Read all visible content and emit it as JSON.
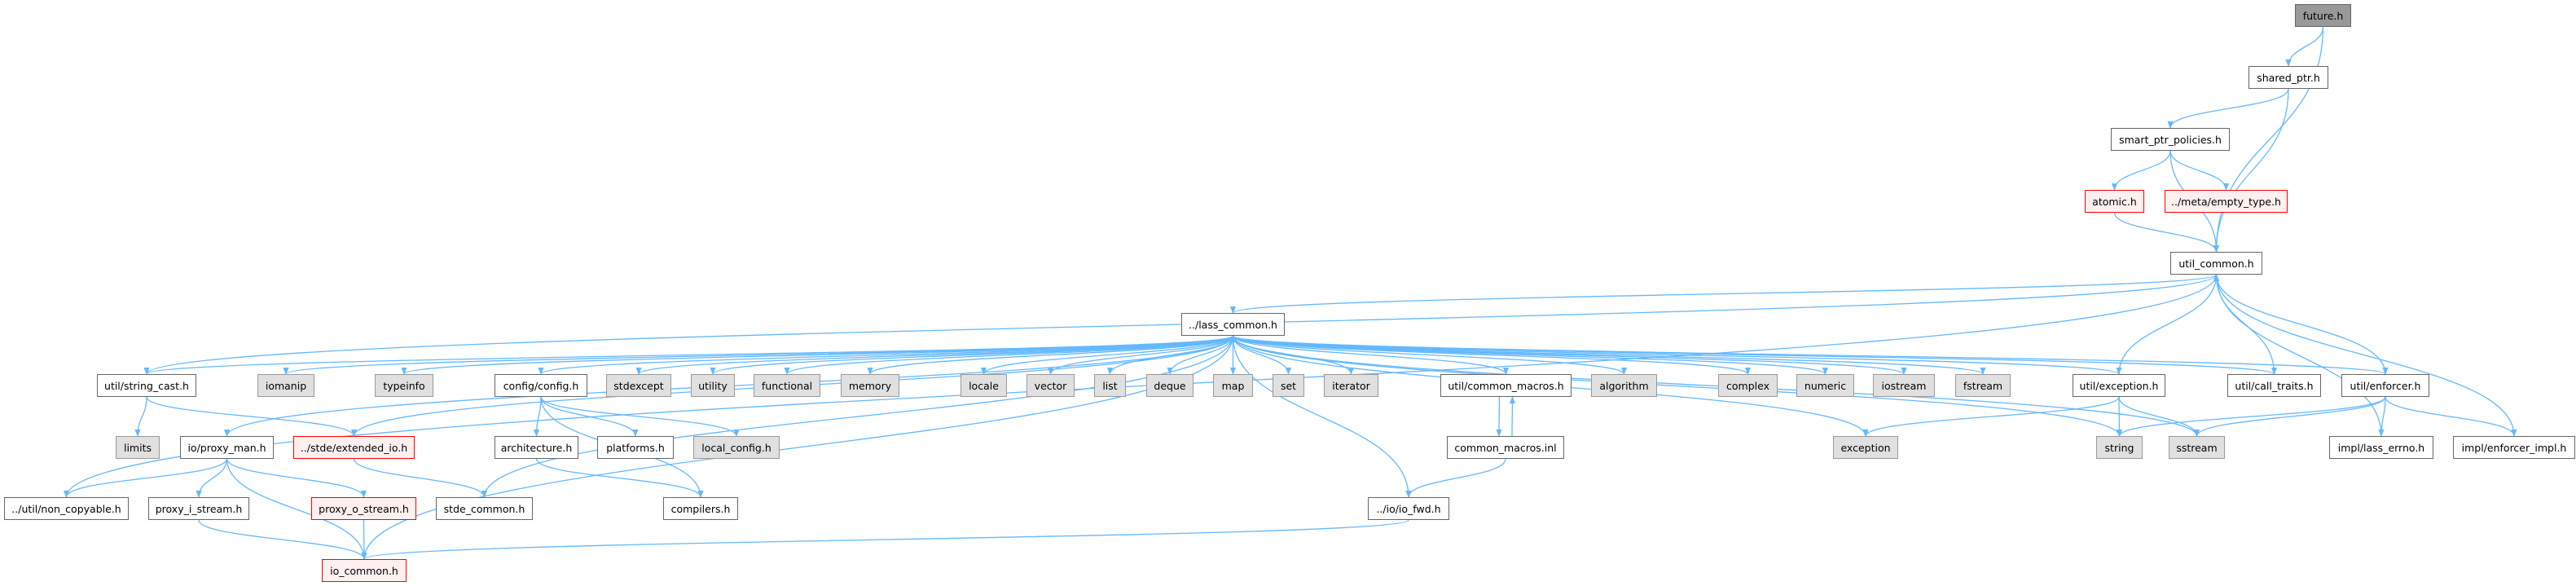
{
  "colors": {
    "edge": "#63b8ff",
    "node_border": "#666666",
    "external_fill": "#e0e0e0",
    "incomplete_border": "#ff0000",
    "root_fill": "#999999"
  },
  "nodes": {
    "future": {
      "label": "future.h",
      "kind": "root"
    },
    "shared_ptr": {
      "label": "shared_ptr.h",
      "kind": "normal"
    },
    "smart_ptr_policies": {
      "label": "smart_ptr_policies.h",
      "kind": "normal"
    },
    "atomic": {
      "label": "atomic.h",
      "kind": "red"
    },
    "empty_type": {
      "label": "../meta/empty_type.h",
      "kind": "red"
    },
    "util_common": {
      "label": "util_common.h",
      "kind": "normal"
    },
    "lass_common": {
      "label": "../lass_common.h",
      "kind": "normal"
    },
    "string_cast": {
      "label": "util/string_cast.h",
      "kind": "normal"
    },
    "iomanip": {
      "label": "iomanip",
      "kind": "gray"
    },
    "typeinfo": {
      "label": "typeinfo",
      "kind": "gray"
    },
    "config": {
      "label": "config/config.h",
      "kind": "normal"
    },
    "stdexcept": {
      "label": "stdexcept",
      "kind": "gray"
    },
    "utility": {
      "label": "utility",
      "kind": "gray"
    },
    "functional": {
      "label": "functional",
      "kind": "gray"
    },
    "memory": {
      "label": "memory",
      "kind": "gray"
    },
    "locale": {
      "label": "locale",
      "kind": "gray"
    },
    "vector": {
      "label": "vector",
      "kind": "gray"
    },
    "list": {
      "label": "list",
      "kind": "gray"
    },
    "deque": {
      "label": "deque",
      "kind": "gray"
    },
    "map": {
      "label": "map",
      "kind": "gray"
    },
    "set": {
      "label": "set",
      "kind": "gray"
    },
    "iterator": {
      "label": "iterator",
      "kind": "gray"
    },
    "common_macros_h": {
      "label": "util/common_macros.h",
      "kind": "normal"
    },
    "algorithm": {
      "label": "algorithm",
      "kind": "gray"
    },
    "complex": {
      "label": "complex",
      "kind": "gray"
    },
    "numeric": {
      "label": "numeric",
      "kind": "gray"
    },
    "iostream": {
      "label": "iostream",
      "kind": "gray"
    },
    "fstream": {
      "label": "fstream",
      "kind": "gray"
    },
    "exception_h": {
      "label": "util/exception.h",
      "kind": "normal"
    },
    "call_traits": {
      "label": "util/call_traits.h",
      "kind": "normal"
    },
    "enforcer": {
      "label": "util/enforcer.h",
      "kind": "normal"
    },
    "limits": {
      "label": "limits",
      "kind": "gray"
    },
    "proxy_man": {
      "label": "io/proxy_man.h",
      "kind": "normal"
    },
    "extended_io": {
      "label": "../stde/extended_io.h",
      "kind": "red"
    },
    "architecture": {
      "label": "architecture.h",
      "kind": "normal"
    },
    "platforms": {
      "label": "platforms.h",
      "kind": "normal"
    },
    "local_config": {
      "label": "local_config.h",
      "kind": "gray"
    },
    "common_macros_inl": {
      "label": "common_macros.inl",
      "kind": "normal"
    },
    "exception": {
      "label": "exception",
      "kind": "gray"
    },
    "string": {
      "label": "string",
      "kind": "gray"
    },
    "sstream": {
      "label": "sstream",
      "kind": "gray"
    },
    "lass_errno": {
      "label": "impl/lass_errno.h",
      "kind": "normal"
    },
    "enforcer_impl": {
      "label": "impl/enforcer_impl.h",
      "kind": "normal"
    },
    "non_copyable": {
      "label": "../util/non_copyable.h",
      "kind": "normal"
    },
    "proxy_i_stream": {
      "label": "proxy_i_stream.h",
      "kind": "normal"
    },
    "proxy_o_stream": {
      "label": "proxy_o_stream.h",
      "kind": "red"
    },
    "stde_common": {
      "label": "stde_common.h",
      "kind": "normal"
    },
    "compilers": {
      "label": "compilers.h",
      "kind": "normal"
    },
    "io_fwd": {
      "label": "../io/io_fwd.h",
      "kind": "normal"
    },
    "io_common": {
      "label": "io_common.h",
      "kind": "red"
    }
  },
  "edges": [
    [
      "future",
      "shared_ptr"
    ],
    [
      "future",
      "util_common"
    ],
    [
      "shared_ptr",
      "smart_ptr_policies"
    ],
    [
      "shared_ptr",
      "util_common"
    ],
    [
      "smart_ptr_policies",
      "atomic"
    ],
    [
      "smart_ptr_policies",
      "empty_type"
    ],
    [
      "smart_ptr_policies",
      "util_common"
    ],
    [
      "atomic",
      "util_common"
    ],
    [
      "util_common",
      "lass_common"
    ],
    [
      "lass_common",
      "string_cast"
    ],
    [
      "lass_common",
      "iomanip"
    ],
    [
      "lass_common",
      "typeinfo"
    ],
    [
      "lass_common",
      "proxy_man"
    ],
    [
      "lass_common",
      "extended_io"
    ],
    [
      "lass_common",
      "config"
    ],
    [
      "lass_common",
      "stdexcept"
    ],
    [
      "lass_common",
      "utility"
    ],
    [
      "lass_common",
      "functional"
    ],
    [
      "lass_common",
      "memory"
    ],
    [
      "lass_common",
      "locale"
    ],
    [
      "lass_common",
      "vector"
    ],
    [
      "lass_common",
      "list"
    ],
    [
      "lass_common",
      "deque"
    ],
    [
      "lass_common",
      "map"
    ],
    [
      "lass_common",
      "set"
    ],
    [
      "lass_common",
      "iterator"
    ],
    [
      "lass_common",
      "common_macros_h"
    ],
    [
      "lass_common",
      "algorithm"
    ],
    [
      "lass_common",
      "complex"
    ],
    [
      "lass_common",
      "numeric"
    ],
    [
      "lass_common",
      "iostream"
    ],
    [
      "lass_common",
      "fstream"
    ],
    [
      "lass_common",
      "exception_h"
    ],
    [
      "lass_common",
      "call_traits"
    ],
    [
      "lass_common",
      "enforcer"
    ],
    [
      "lass_common",
      "exception"
    ],
    [
      "lass_common",
      "string"
    ],
    [
      "lass_common",
      "sstream"
    ],
    [
      "lass_common",
      "io_fwd"
    ],
    [
      "lass_common",
      "io_common"
    ],
    [
      "string_cast",
      "util_common"
    ],
    [
      "string_cast",
      "limits"
    ],
    [
      "string_cast",
      "extended_io"
    ],
    [
      "non_copyable",
      "util_common"
    ],
    [
      "extended_io",
      "stde_common"
    ],
    [
      "stde_common",
      "lass_common"
    ],
    [
      "proxy_man",
      "non_copyable"
    ],
    [
      "proxy_man",
      "proxy_i_stream"
    ],
    [
      "proxy_man",
      "proxy_o_stream"
    ],
    [
      "proxy_man",
      "io_common"
    ],
    [
      "proxy_i_stream",
      "io_common"
    ],
    [
      "proxy_o_stream",
      "io_common"
    ],
    [
      "config",
      "architecture"
    ],
    [
      "config",
      "platforms"
    ],
    [
      "config",
      "local_config"
    ],
    [
      "config",
      "compilers"
    ],
    [
      "architecture",
      "compilers"
    ],
    [
      "common_macros_h",
      "common_macros_inl"
    ],
    [
      "common_macros_inl",
      "common_macros_h"
    ],
    [
      "common_macros_inl",
      "io_fwd"
    ],
    [
      "io_fwd",
      "io_common"
    ],
    [
      "exception_h",
      "util_common"
    ],
    [
      "exception_h",
      "exception"
    ],
    [
      "exception_h",
      "string"
    ],
    [
      "exception_h",
      "sstream"
    ],
    [
      "call_traits",
      "util_common"
    ],
    [
      "enforcer",
      "util_common"
    ],
    [
      "enforcer",
      "string"
    ],
    [
      "enforcer",
      "sstream"
    ],
    [
      "enforcer",
      "lass_errno"
    ],
    [
      "enforcer",
      "enforcer_impl"
    ],
    [
      "lass_errno",
      "util_common"
    ],
    [
      "enforcer_impl",
      "util_common"
    ]
  ]
}
